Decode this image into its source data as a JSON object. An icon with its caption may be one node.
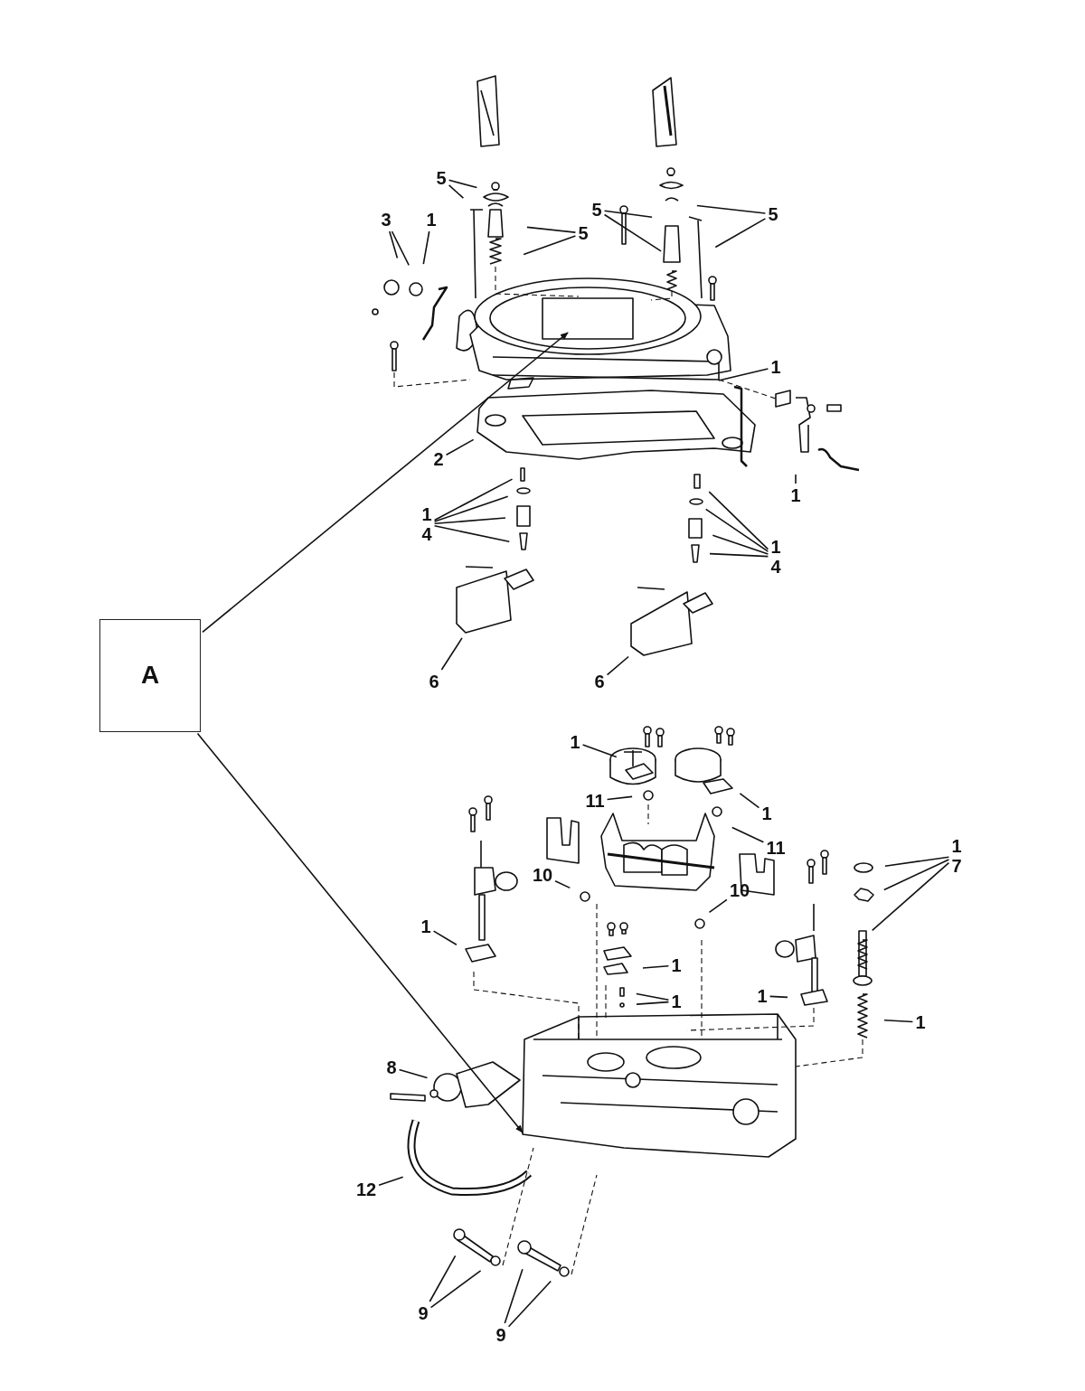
{
  "diagram": {
    "nodes": [
      {
        "text": [
          "5"
        ]
      },
      {
        "text": [
          "3"
        ]
      },
      {
        "text": [
          "1"
        ]
      },
      {
        "text": [
          "5"
        ]
      },
      {
        "text": [
          "5"
        ]
      },
      {
        "text": [
          "5"
        ]
      },
      {
        "text": [
          "1"
        ]
      },
      {
        "text": [
          "2"
        ]
      },
      {
        "text": [
          "1"
        ]
      },
      {
        "text": [
          "1",
          "4"
        ]
      },
      {
        "text": [
          "1",
          "4"
        ]
      },
      {
        "text": [
          "6"
        ]
      },
      {
        "text": [
          "6"
        ]
      },
      {
        "text": [
          "A"
        ]
      },
      {
        "text": [
          "1"
        ]
      },
      {
        "text": [
          "11"
        ]
      },
      {
        "text": [
          "1"
        ]
      },
      {
        "text": [
          "11"
        ]
      },
      {
        "text": [
          "1",
          "7"
        ]
      },
      {
        "text": [
          "10"
        ]
      },
      {
        "text": [
          "10"
        ]
      },
      {
        "text": [
          "1"
        ]
      },
      {
        "text": [
          "1"
        ]
      },
      {
        "text": [
          "1"
        ]
      },
      {
        "text": [
          "1"
        ]
      },
      {
        "text": [
          "1"
        ]
      },
      {
        "text": [
          "8"
        ]
      },
      {
        "text": [
          "12"
        ]
      },
      {
        "text": [
          "9"
        ]
      },
      {
        "text": [
          "9"
        ]
      }
    ],
    "edges": [
      {
        "from": 0,
        "to": null,
        "arrow": "none"
      },
      {
        "from": 0,
        "to": null,
        "arrow": "none"
      },
      {
        "from": 1,
        "to": null,
        "arrow": "none"
      },
      {
        "from": 1,
        "to": null,
        "arrow": "none"
      },
      {
        "from": 2,
        "to": null,
        "arrow": "none"
      },
      {
        "from": 3,
        "to": null,
        "arrow": "none"
      },
      {
        "from": 3,
        "to": null,
        "arrow": "none"
      },
      {
        "from": 4,
        "to": null,
        "arrow": "none"
      },
      {
        "from": 4,
        "to": null,
        "arrow": "none"
      },
      {
        "from": 5,
        "to": null,
        "arrow": "none"
      },
      {
        "from": 5,
        "to": null,
        "arrow": "none"
      },
      {
        "from": 6,
        "to": null,
        "arrow": "none"
      },
      {
        "from": 7,
        "to": null,
        "arrow": "none"
      },
      {
        "from": 8,
        "to": null,
        "arrow": "none"
      },
      {
        "from": 9,
        "to": null,
        "arrow": "none"
      },
      {
        "from": 9,
        "to": null,
        "arrow": "none"
      },
      {
        "from": 9,
        "to": null,
        "arrow": "none"
      },
      {
        "from": 9,
        "to": null,
        "arrow": "none"
      },
      {
        "from": 10,
        "to": null,
        "arrow": "none"
      },
      {
        "from": 10,
        "to": null,
        "arrow": "none"
      },
      {
        "from": 10,
        "to": null,
        "arrow": "none"
      },
      {
        "from": 10,
        "to": null,
        "arrow": "none"
      },
      {
        "from": 11,
        "to": null,
        "arrow": "none"
      },
      {
        "from": 12,
        "to": null,
        "arrow": "none"
      },
      {
        "from": 13,
        "to": null,
        "arrow": "to"
      },
      {
        "from": 13,
        "to": null,
        "arrow": "to"
      },
      {
        "from": 14,
        "to": null,
        "arrow": "none"
      },
      {
        "from": 15,
        "to": null,
        "arrow": "none"
      },
      {
        "from": 16,
        "to": null,
        "arrow": "none"
      },
      {
        "from": 17,
        "to": null,
        "arrow": "none"
      },
      {
        "from": 18,
        "to": null,
        "arrow": "none"
      },
      {
        "from": 18,
        "to": null,
        "arrow": "none"
      },
      {
        "from": 18,
        "to": null,
        "arrow": "none"
      },
      {
        "from": 19,
        "to": null,
        "arrow": "none"
      },
      {
        "from": 20,
        "to": null,
        "arrow": "none"
      },
      {
        "from": 21,
        "to": null,
        "arrow": "none"
      },
      {
        "from": 22,
        "to": null,
        "arrow": "none"
      },
      {
        "from": 23,
        "to": null,
        "arrow": "none"
      },
      {
        "from": 23,
        "to": null,
        "arrow": "none"
      },
      {
        "from": 24,
        "to": null,
        "arrow": "none"
      },
      {
        "from": 25,
        "to": null,
        "arrow": "none"
      },
      {
        "from": 26,
        "to": null,
        "arrow": "none"
      },
      {
        "from": 27,
        "to": null,
        "arrow": "none"
      },
      {
        "from": 28,
        "to": null,
        "arrow": "none"
      },
      {
        "from": 28,
        "to": null,
        "arrow": "none"
      },
      {
        "from": 29,
        "to": null,
        "arrow": "none"
      },
      {
        "from": 29,
        "to": null,
        "arrow": "none"
      }
    ]
  }
}
